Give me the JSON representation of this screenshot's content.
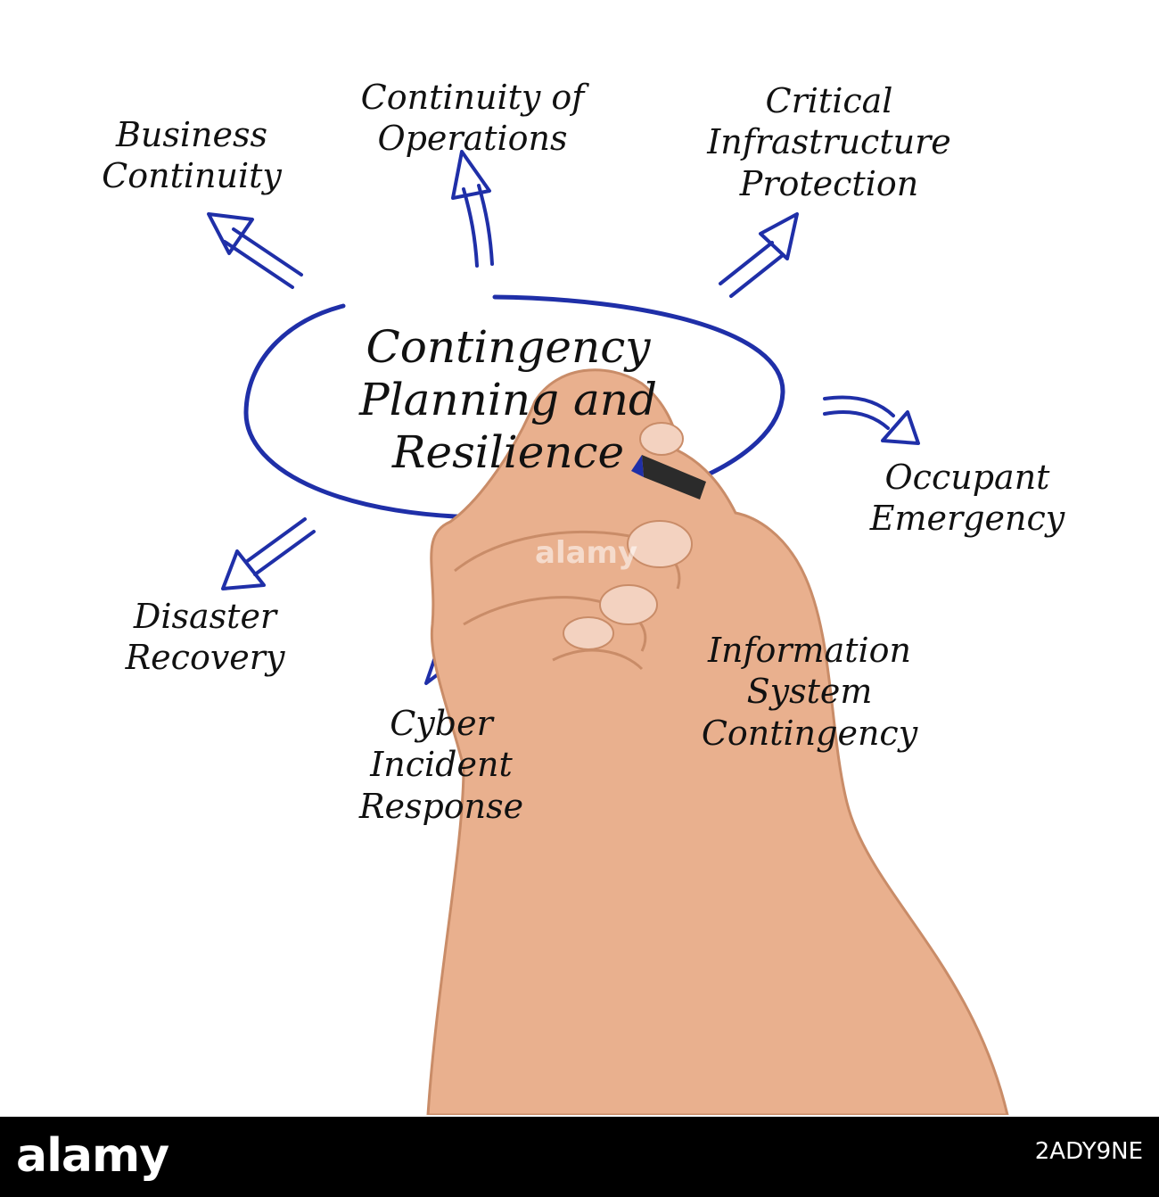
{
  "diagram": {
    "center": {
      "lines": [
        "Contingency",
        "Planning and",
        "Resilience"
      ]
    },
    "nodes": {
      "business_continuity": [
        "Business",
        "Continuity"
      ],
      "continuity_of_operations": [
        "Continuity of",
        "Operations"
      ],
      "critical_infrastructure": [
        "Critical",
        "Infrastructure",
        "Protection"
      ],
      "occupant_emergency": [
        "Occupant",
        "Emergency"
      ],
      "information_system": [
        "Information",
        "System",
        "Contingency"
      ],
      "cyber_incident": [
        "Cyber",
        "Incident",
        "Response"
      ],
      "disaster_recovery": [
        "Disaster",
        "Recovery"
      ]
    },
    "colors": {
      "ink": "#111111",
      "marker": "#1f2fa8",
      "skin": "#e9b08e"
    }
  },
  "watermark": "alamy",
  "footer": {
    "logo": "alamy",
    "image_id": "2ADY9NE"
  }
}
